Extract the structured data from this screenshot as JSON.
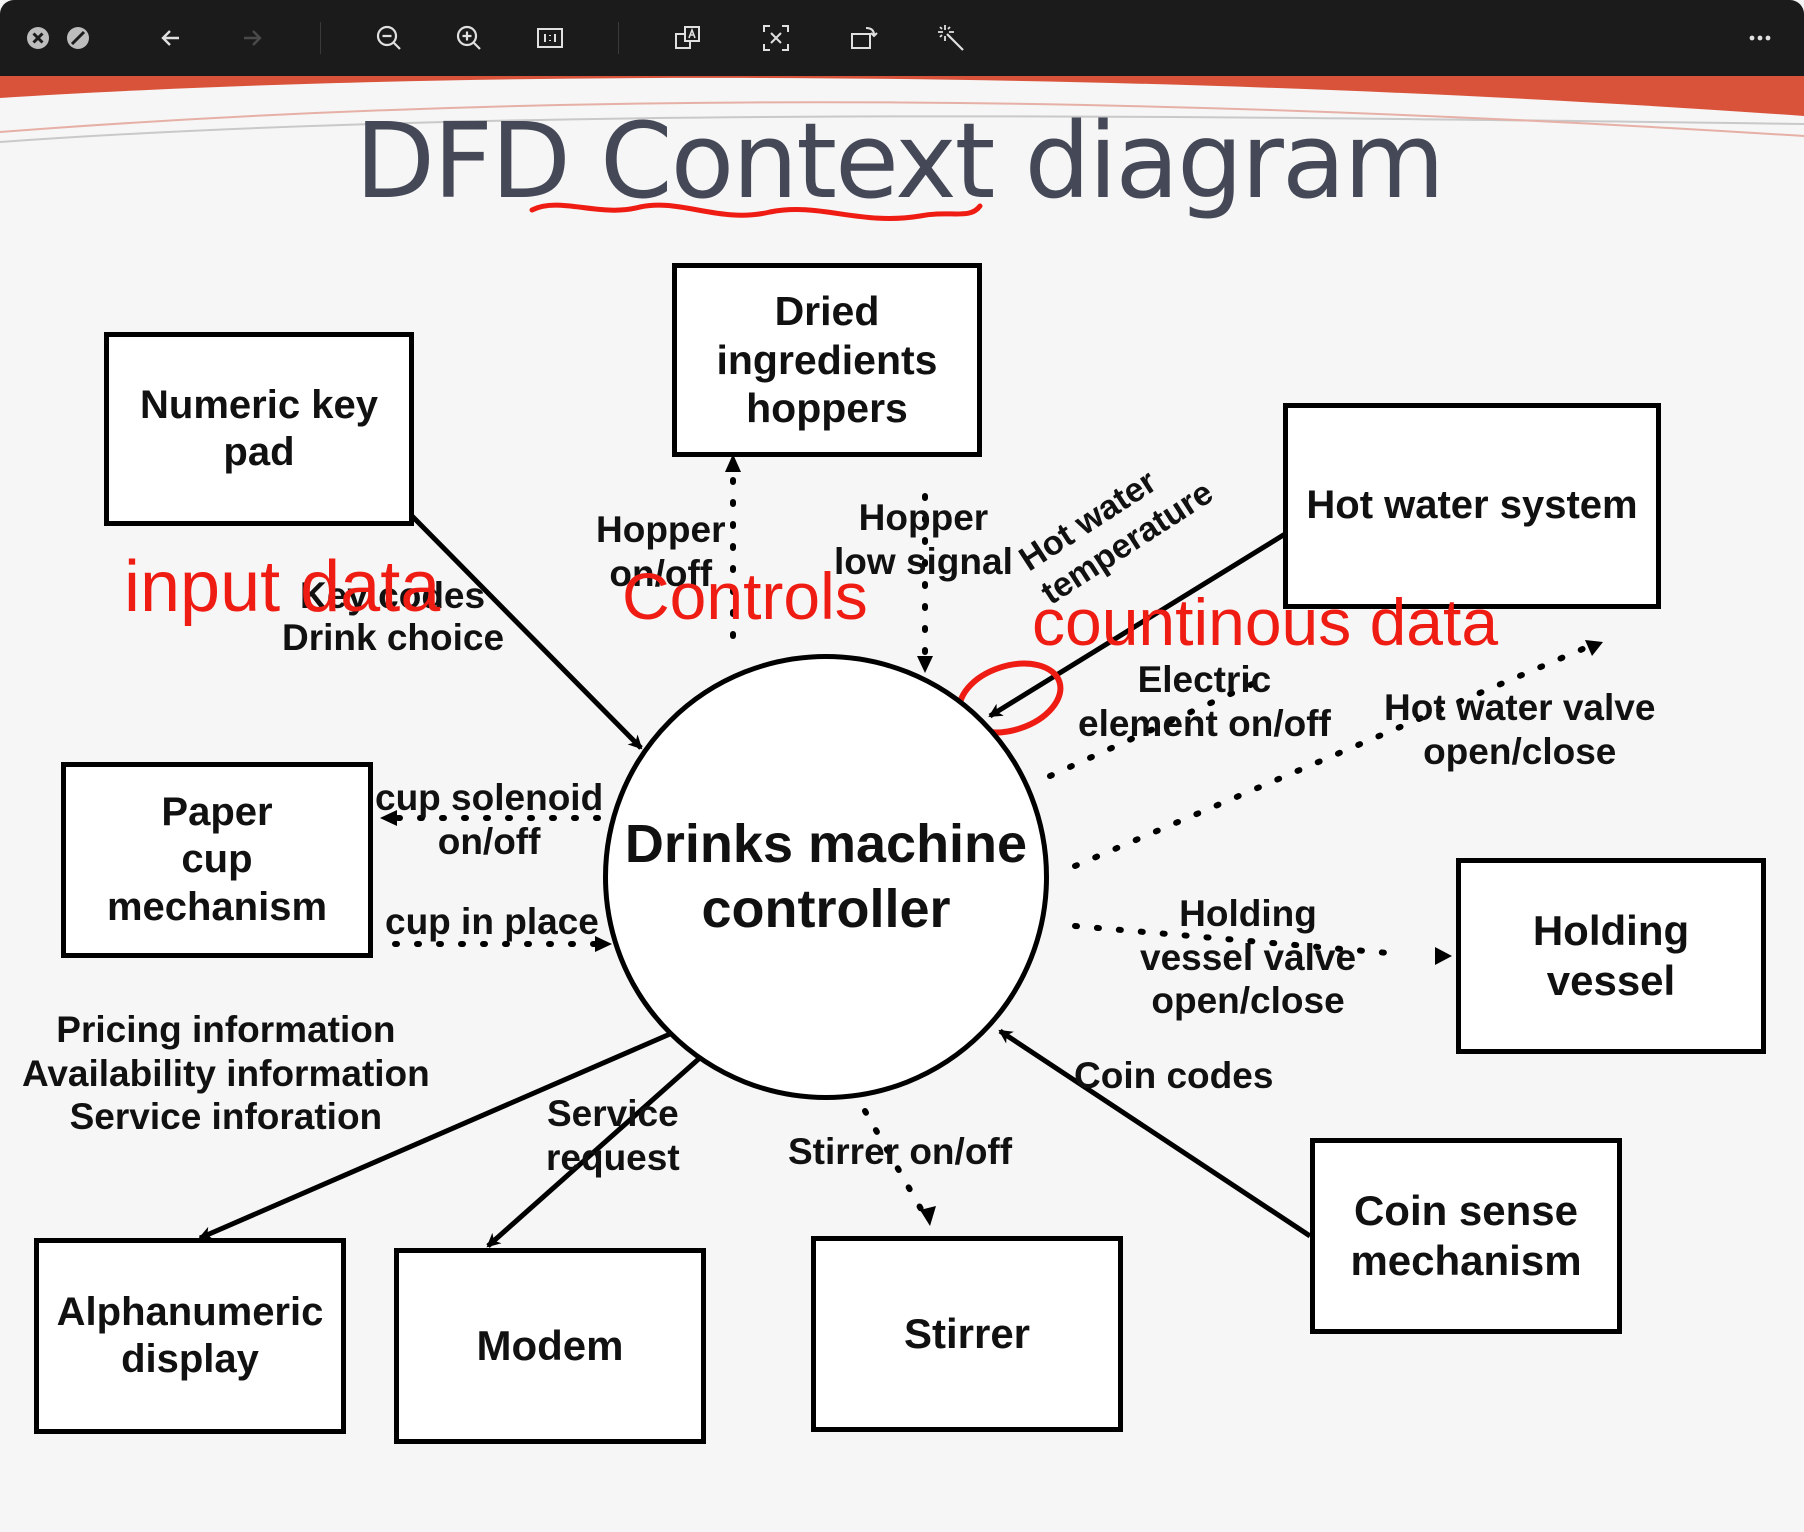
{
  "toolbar": {
    "buttons": [
      {
        "name": "close-icon"
      },
      {
        "name": "stop-icon"
      },
      {
        "name": "back-arrow-icon"
      },
      {
        "name": "forward-arrow-icon"
      },
      {
        "name": "zoom-out-icon"
      },
      {
        "name": "zoom-in-icon"
      },
      {
        "name": "actual-size-icon"
      },
      {
        "name": "translate-icon"
      },
      {
        "name": "scan-text-icon"
      },
      {
        "name": "rotate-icon"
      },
      {
        "name": "magic-wand-icon"
      },
      {
        "name": "more-icon"
      }
    ]
  },
  "slide": {
    "title": "DFD Context diagram",
    "controller": "Drinks machine\ncontroller",
    "entities": {
      "numeric_key_pad": "Numeric key\npad",
      "dried_ingredients": "Dried\ningredients\nhoppers",
      "hot_water_system": "Hot water system",
      "paper_cup": "Paper\ncup\nmechanism",
      "holding_vessel": "Holding\nvessel",
      "alphanumeric_display": "Alphanumeric\ndisplay",
      "modem": "Modem",
      "stirrer": "Stirrer",
      "coin_sense": "Coin sense\nmechanism"
    },
    "flows": {
      "key_codes": "Key codes",
      "drink_choice": "Drink choice",
      "hopper_on_off": "Hopper\non/off",
      "hopper_low_signal": "Hopper\nlow signal",
      "hot_water_temperature": "Hot water\ntemperature",
      "electric_element": "Electric\nelement on/off",
      "hot_water_valve": "Hot water valve\nopen/close",
      "cup_solenoid": "cup solenoid\non/off",
      "cup_in_place": "cup in place",
      "holding_vessel_valve": "Holding\nvessel valve\nopen/close",
      "pricing_info": "Pricing information\nAvailability information\nService inforation",
      "service_request": "Service\nrequest",
      "stirrer_on_off": "Stirrer on/off",
      "coin_codes": "Coin codes"
    },
    "annotations": {
      "input_data": "input data",
      "controls": "Controls",
      "continuous_data": "countinous data"
    }
  },
  "colors": {
    "toolbar_bg": "#1b1b1b",
    "title": "#454857",
    "annotation_red": "#ee1c12",
    "slide_accent": "#d9533b"
  }
}
